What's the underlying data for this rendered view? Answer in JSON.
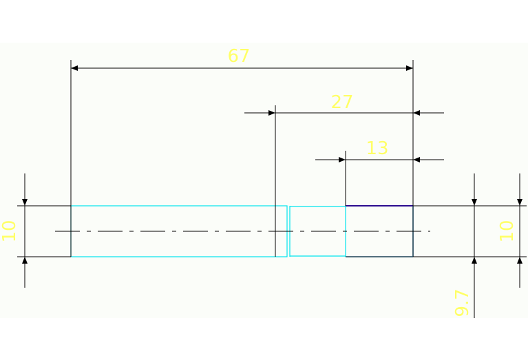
{
  "drawing": {
    "colors": {
      "background": "#ffffff",
      "paper": "#fbfdf9",
      "dimension_line": "#000000",
      "dimension_text": "#ffff66",
      "part_outline": "#00e5ee",
      "accent_edge": "#2b0b8f"
    },
    "dimensions": {
      "overall_length": "67",
      "shoulder_length": "27",
      "end_length": "13",
      "left_height": "10",
      "right_height": "10",
      "groove_diameter": "9.7"
    }
  }
}
